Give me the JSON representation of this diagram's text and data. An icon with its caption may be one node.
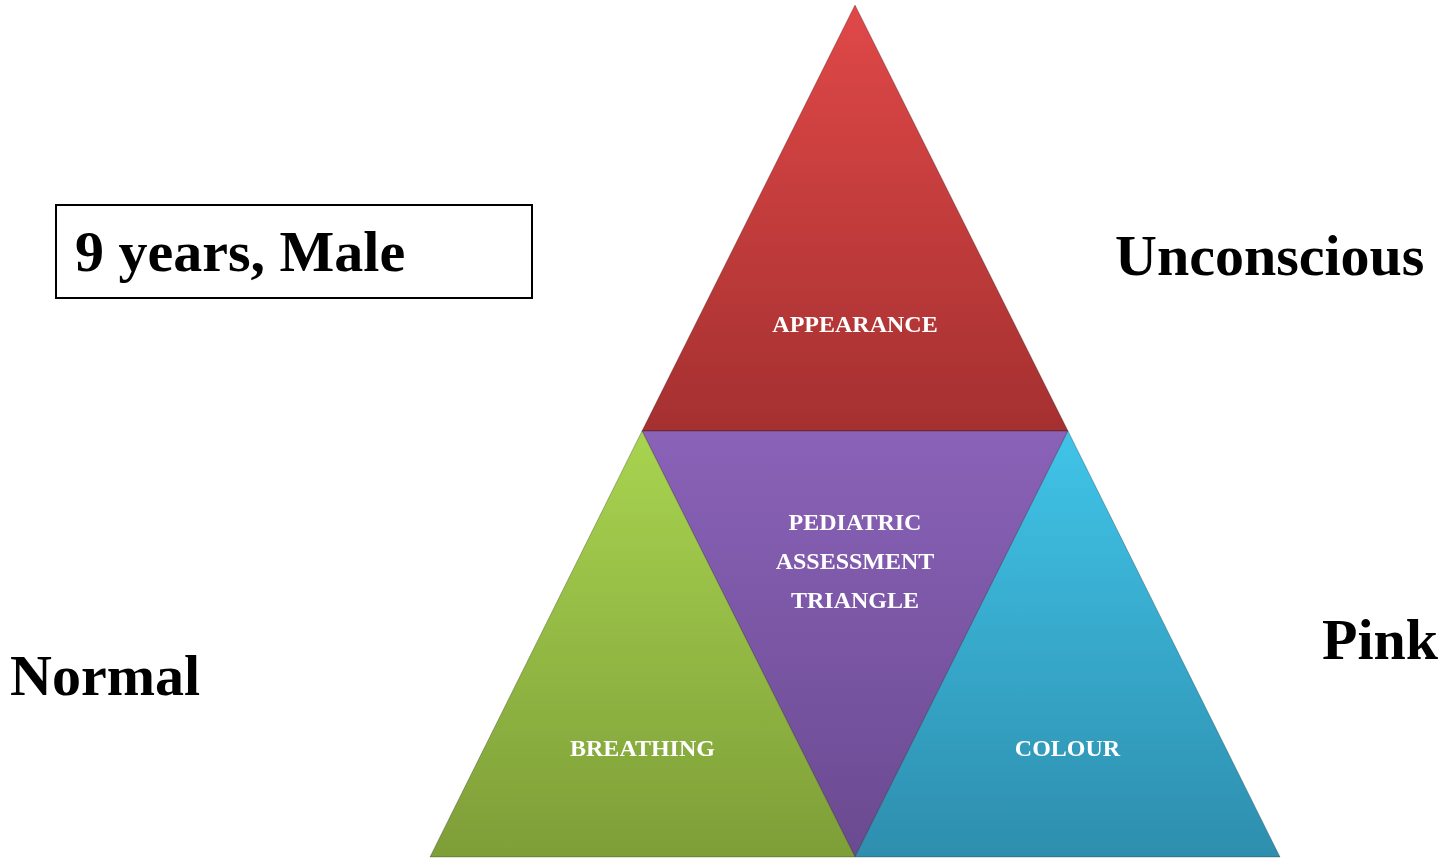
{
  "diagram": {
    "nodes": [
      {
        "text": [
          "9 years, Male"
        ]
      },
      {
        "text": [
          "APPEARANCE"
        ]
      },
      {
        "text": [
          "PEDIATRIC ASSESSMENT TRIANGLE"
        ]
      },
      {
        "text": [
          "BREATHING"
        ]
      },
      {
        "text": [
          "COLOUR"
        ]
      }
    ],
    "labels": [
      "Unconscious",
      "Pink",
      "Normal"
    ]
  }
}
